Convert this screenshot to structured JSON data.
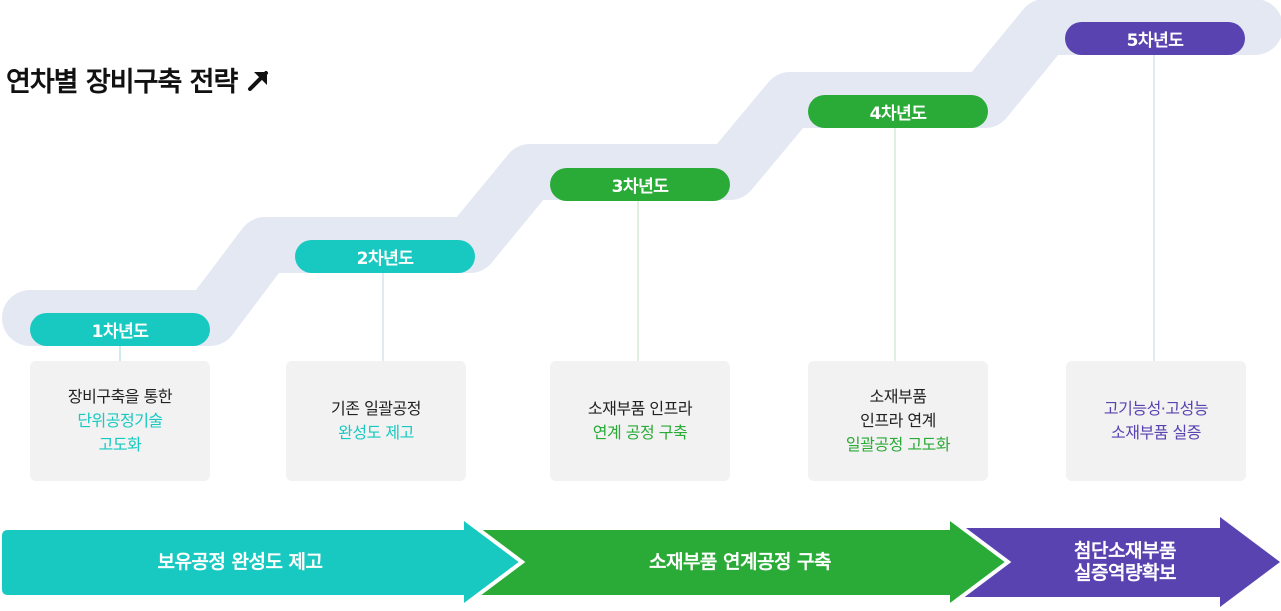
{
  "title": "연차별 장비구축 전략",
  "colors": {
    "teal": "#17c9c0",
    "green": "#2aaa37",
    "purple": "#5943b0",
    "track": "#e4e8f3",
    "box": "#f2f2f2"
  },
  "years": [
    {
      "label": "1차년도",
      "lines": [
        "장비구축을 통한"
      ],
      "highlight": [
        "단위공정기술",
        "고도화"
      ],
      "color": "#17c9c0"
    },
    {
      "label": "2차년도",
      "lines": [
        "기존 일괄공정"
      ],
      "highlight": [
        "완성도 제고"
      ],
      "color": "#17c9c0"
    },
    {
      "label": "3차년도",
      "lines": [
        "소재부품 인프라"
      ],
      "highlight": [
        "연계 공정 구축"
      ],
      "color": "#2aaa37"
    },
    {
      "label": "4차년도",
      "lines": [
        "소재부품",
        "인프라 연계"
      ],
      "highlight": [
        "일괄공정 고도화"
      ],
      "color": "#2aaa37"
    },
    {
      "label": "5차년도",
      "lines": [],
      "highlight": [
        "고기능성·고성능",
        "소재부품 실증"
      ],
      "color": "#5943b0"
    }
  ],
  "phases": [
    {
      "label": "보유공정 완성도 제고",
      "color": "#17c9c0"
    },
    {
      "label": "소재부품 연계공정 구축",
      "color": "#2aaa37"
    },
    {
      "label_lines": [
        "첨단소재부품",
        "실증역량확보"
      ],
      "color": "#5943b0"
    }
  ]
}
